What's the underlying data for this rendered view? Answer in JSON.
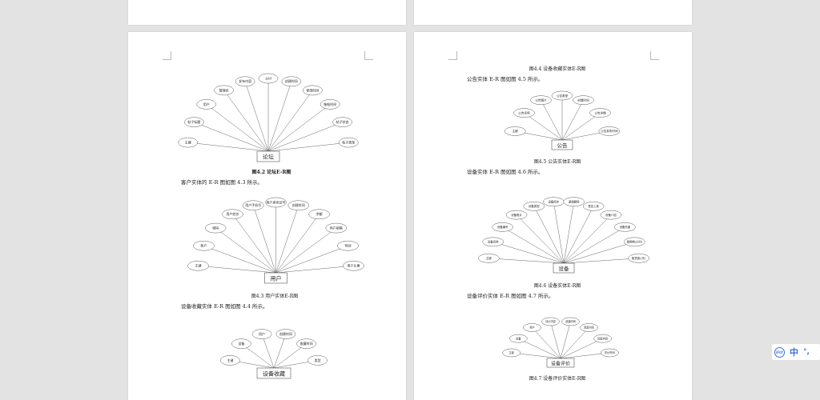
{
  "pages": {
    "left": {
      "diagrams": [
        {
          "entity": "论坛",
          "attributes": [
            "主键",
            "帖子标题",
            "用户",
            "管理员",
            "发布内容",
            "父id",
            "创建时间",
            "修改时间",
            "拖帖时间",
            "帖子状态",
            "帖子类型"
          ],
          "caption": "图4.2 论坛E-R图"
        },
        {
          "entity": "用户",
          "attributes": [
            "主键",
            "账户",
            "密码",
            "用户姓名",
            "用户手机号",
            "用户身份证号",
            "创建时间",
            "余额",
            "用户邮箱",
            "性别",
            "用户头像"
          ],
          "caption": "图4.3 用户实体E-R图"
        },
        {
          "entity": "设备收藏",
          "attributes": [
            "主键",
            "设备",
            "用户",
            "创建时间",
            "收藏时间",
            "类型"
          ],
          "caption": ""
        }
      ],
      "paragraphs": [
        "客户实体的 E-R 图如图 4.3 所示。",
        "设备收藏实体 E-R 图如图 4.4 所示。"
      ]
    },
    "right": {
      "diagrams": [
        {
          "entity": "公告",
          "attributes": [
            "主键",
            "公告名称",
            "公告图片",
            "公告类型",
            "创建时间",
            "公告详情",
            "公告发布时间"
          ],
          "caption": "图4.5 公告实体E-R图"
        },
        {
          "entity": "设备",
          "attributes": [
            "主键",
            "设备名称",
            "设备编号",
            "设备照片",
            "设备类型",
            "设备库存",
            "逻辑删除",
            "是否上架",
            "设备介绍",
            "设备热度",
            "借用期(小时)",
            "租赁费(/天)"
          ],
          "caption": "图4.6 设备实体E-R图"
        },
        {
          "entity": "设备评价",
          "attributes": [
            "主键",
            "设备",
            "用户",
            "评价内容",
            "创建时间",
            "回复时间",
            "回复内容",
            "评价时间"
          ],
          "caption": "图4.7 设备评价实体E-R图"
        }
      ],
      "top_caption": "图4.4 设备收藏实体E-R图",
      "paragraphs": [
        "公告实体 E-R 图如图 4.5 所示。",
        "设备实体 E-R 图如图 4.6 所示。",
        "设备评价实体 E-R 图如图 4.7 所示。"
      ]
    }
  },
  "ime": {
    "logo": "iFLY",
    "language": "中",
    "punctuation": "°,"
  }
}
